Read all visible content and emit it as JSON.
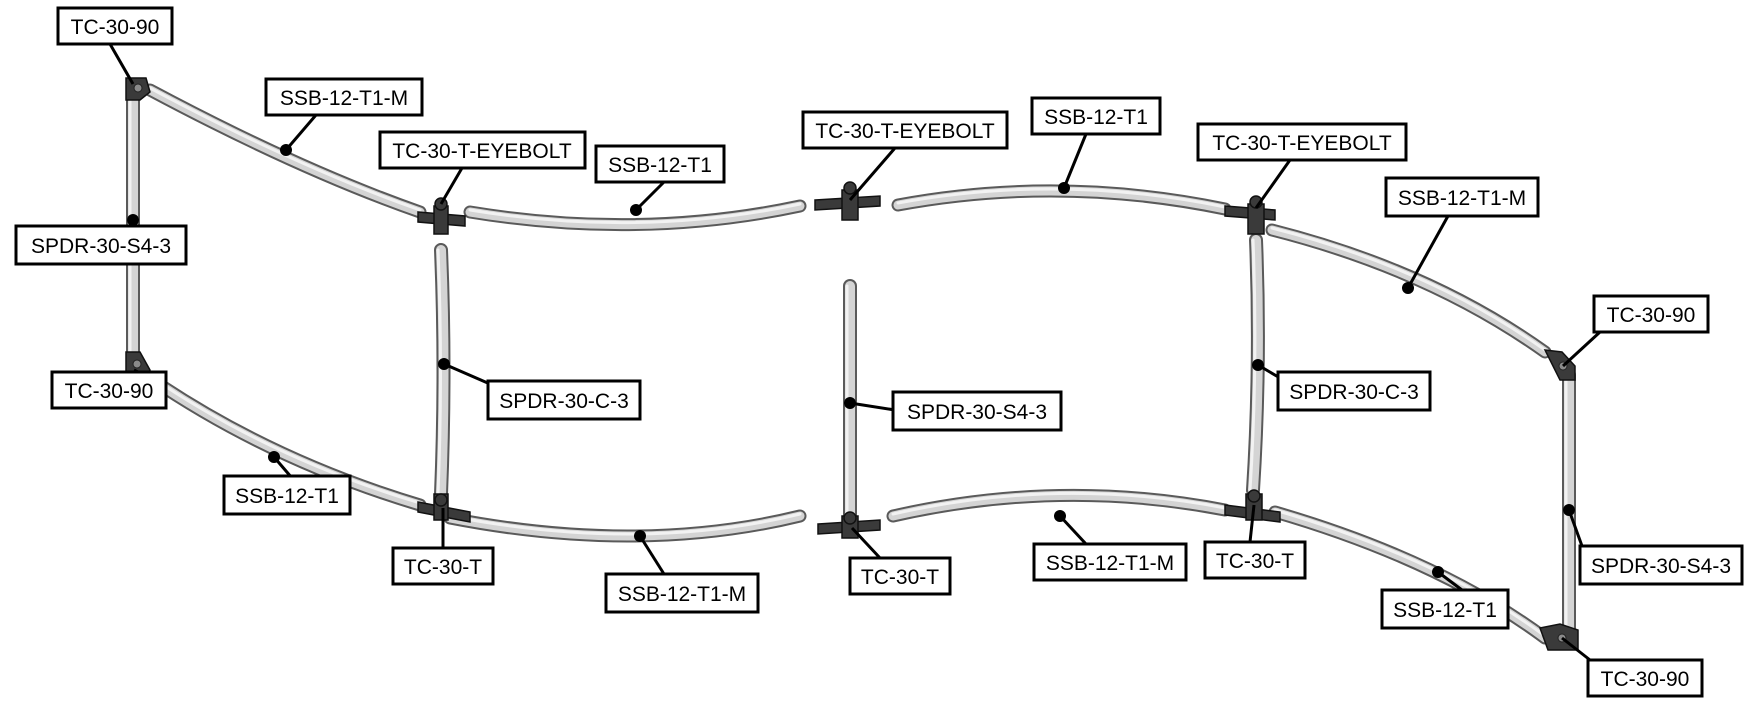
{
  "labels": {
    "tc_90_top_left": "TC-30-90",
    "ssb_t1m_upper_left": "SSB-12-T1-M",
    "tc_t_eyebolt_left": "TC-30-T-EYEBOLT",
    "ssb_t1_upper_mid_left": "SSB-12-T1",
    "tc_t_eyebolt_mid": "TC-30-T-EYEBOLT",
    "ssb_t1_upper_mid_right": "SSB-12-T1",
    "tc_t_eyebolt_right": "TC-30-T-EYEBOLT",
    "ssb_t1m_upper_right": "SSB-12-T1-M",
    "spdr_s4_left": "SPDR-30-S4-3",
    "tc_90_mid_left": "TC-30-90",
    "spdr_c_left": "SPDR-30-C-3",
    "spdr_s4_mid": "SPDR-30-S4-3",
    "spdr_c_right": "SPDR-30-C-3",
    "tc_90_mid_right": "TC-30-90",
    "ssb_t1_lower_left": "SSB-12-T1",
    "tc_t_lower_left": "TC-30-T",
    "ssb_t1m_lower_mid_left": "SSB-12-T1-M",
    "tc_t_lower_mid": "TC-30-T",
    "ssb_t1m_lower_mid_right": "SSB-12-T1-M",
    "tc_t_lower_right": "TC-30-T",
    "spdr_s4_right": "SPDR-30-S4-3",
    "ssb_t1_lower_right": "SSB-12-T1",
    "tc_90_bottom_right": "TC-30-90"
  },
  "colors": {
    "tube": "#d4d4d4",
    "tube_edge": "#5a5a5a",
    "fitting": "#3a3a3a",
    "ink": "#000000"
  }
}
